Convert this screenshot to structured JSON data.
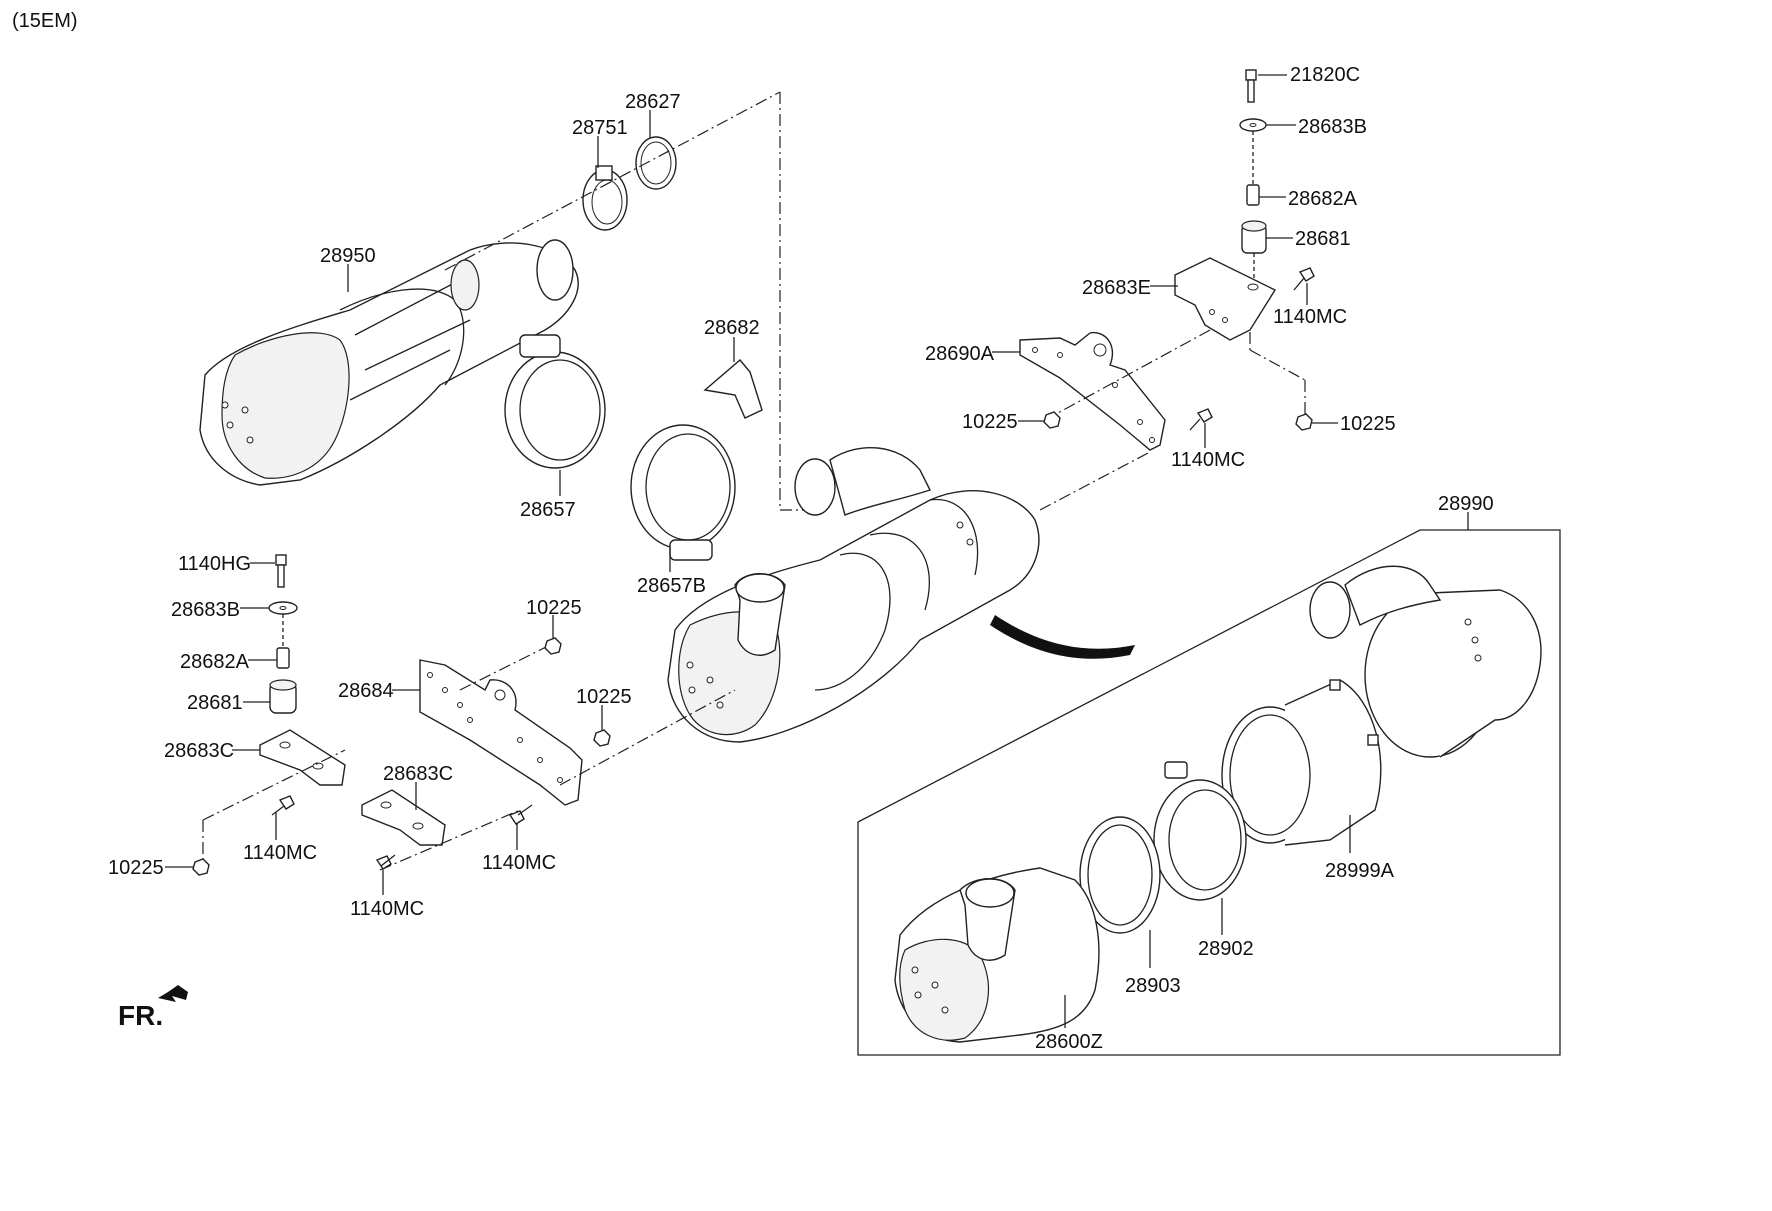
{
  "header": {
    "code": "(15EM)"
  },
  "direction": {
    "label": "FR."
  },
  "labels": {
    "p21820C": "21820C",
    "p28683B_top": "28683B",
    "p28682A_top": "28682A",
    "p28681_top": "28681",
    "p28683E": "28683E",
    "p1140MC_r1": "1140MC",
    "p28690A": "28690A",
    "p10225_a": "10225",
    "p10225_b": "10225",
    "p1140MC_r2": "1140MC",
    "p28627": "28627",
    "p28751": "28751",
    "p28950": "28950",
    "p28682": "28682",
    "p28657": "28657",
    "p28657B": "28657B",
    "p28990": "28990",
    "p1140HG": "1140HG",
    "p28683B_left": "28683B",
    "p28682A_left": "28682A",
    "p28681_left": "28681",
    "p28683C_left": "28683C",
    "p28684": "28684",
    "p10225_c": "10225",
    "p10225_d": "10225",
    "p28683C_mid": "28683C",
    "p10225_e": "10225",
    "p1140MC_l1": "1140MC",
    "p1140MC_l2": "1140MC",
    "p1140MC_l3": "1140MC",
    "p28999A": "28999A",
    "p28902": "28902",
    "p28903": "28903",
    "p28600Z": "28600Z"
  },
  "icons": [
    "arrow-fr-icon"
  ]
}
